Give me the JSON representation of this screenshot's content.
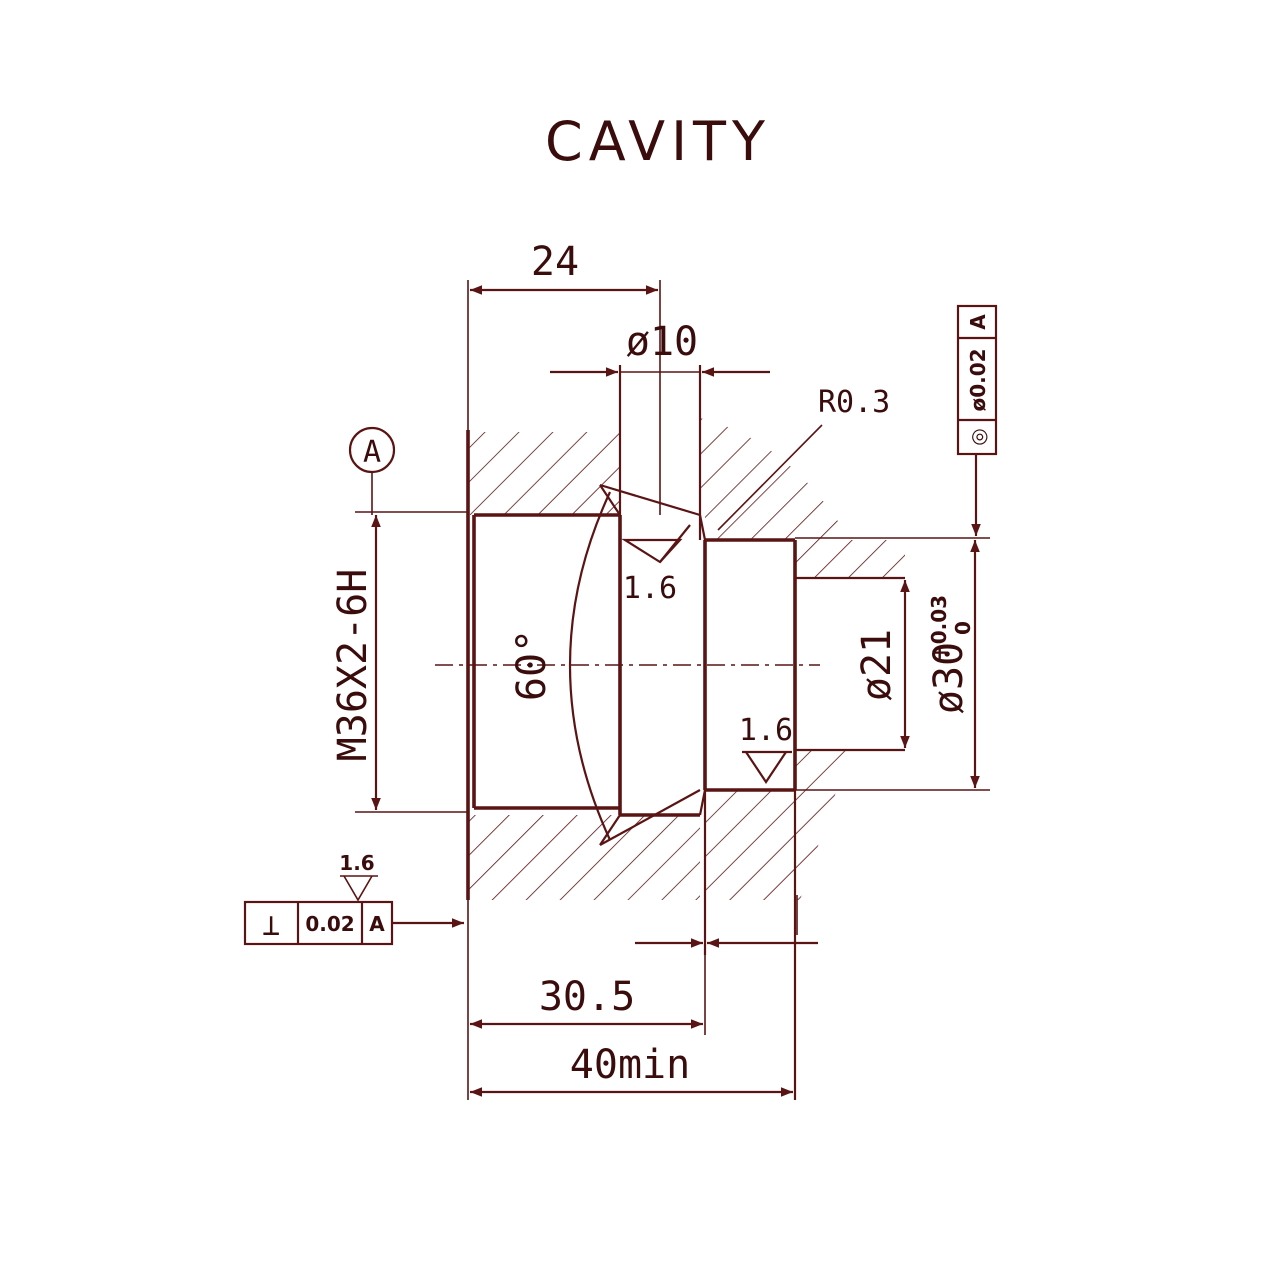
{
  "title": "CAVITY",
  "datum": {
    "label": "A"
  },
  "dimensions": {
    "d24": "24",
    "dia10": "ø10",
    "r03": "R0.3",
    "thread": "M36X2-6H",
    "angle": "60°",
    "dia21": "ø21",
    "dia30": "ø30",
    "dia30_tol_upper": "+0.03",
    "dia30_tol_lower": "0",
    "d305": "30.5",
    "d40min": "40min"
  },
  "roughness": {
    "r1": "1.6",
    "r2": "1.6",
    "r3": "1.6"
  },
  "tolerance_frames": {
    "perpendicularity": {
      "symbol": "⊥",
      "value": "0.02",
      "datum": "A"
    },
    "concentricity": {
      "symbol": "◎",
      "value": "ø0.02",
      "datum": "A"
    }
  },
  "colors": {
    "line": "#5a1414",
    "text": "#3a0c0c",
    "background": "#ffffff"
  }
}
